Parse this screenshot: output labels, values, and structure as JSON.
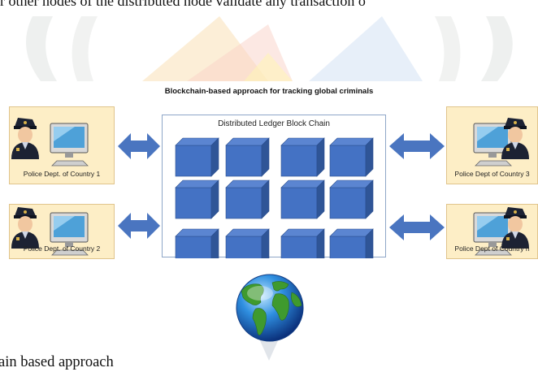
{
  "page": {
    "top_text": "r other nodes of the distributed node validate any transaction o",
    "caption": "ain based approach"
  },
  "figure": {
    "title": "Blockchain-based approach for tracking global criminals",
    "ledger_title": "Distributed Ledger Block Chain",
    "police": [
      {
        "label": "Police Dept. of Country 1"
      },
      {
        "label": "Police Dept. of Country 2"
      },
      {
        "label": "Police Dept of Country 3"
      },
      {
        "label": "Police Dept of Country n"
      }
    ],
    "block_rows": 3,
    "block_cols": 4
  },
  "colors": {
    "block_front": "#4472c4",
    "block_top": "#5b85d1",
    "block_side": "#2f5597",
    "arrow": "#4a75c0",
    "police_bg": "#fdeec6"
  },
  "icons": [
    "police-officer-icon",
    "computer-monitor-icon",
    "globe-icon",
    "double-arrow-icon",
    "block-icon"
  ]
}
